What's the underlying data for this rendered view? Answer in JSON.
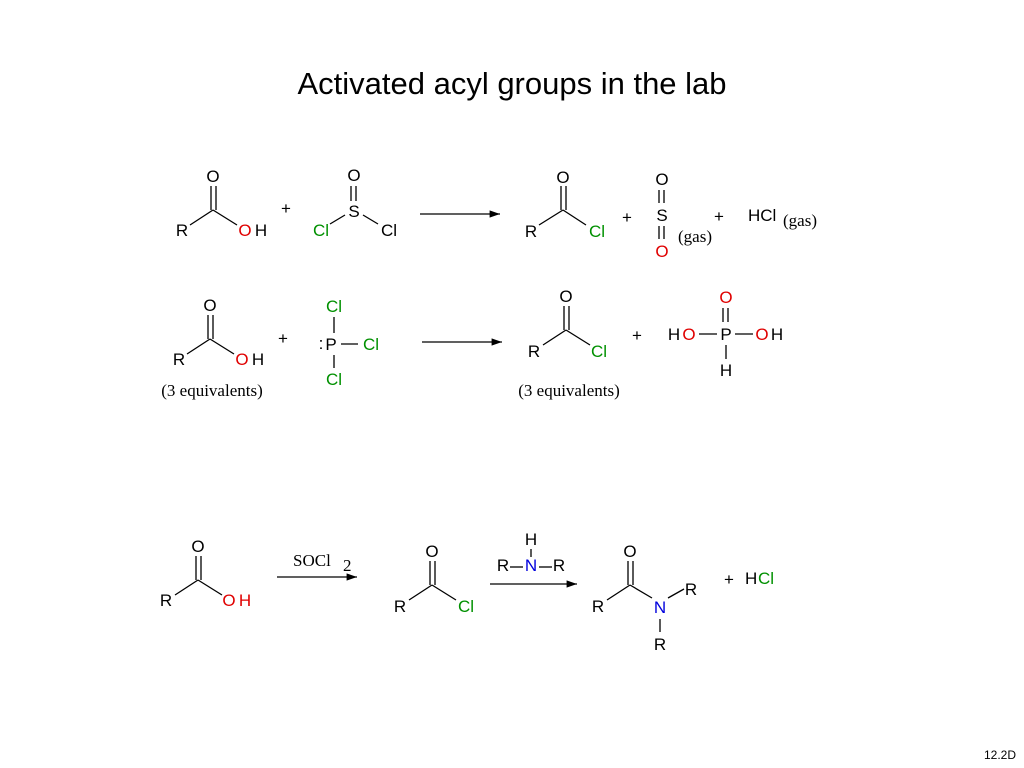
{
  "title": "Activated acyl groups in the lab",
  "footer": "12.2D",
  "colors": {
    "oxygen": "#e00000",
    "chlorine": "#009000",
    "nitrogen": "#0000dd",
    "text": "#000000"
  },
  "symbols": {
    "R": "R",
    "O": "O",
    "H": "H",
    "Cl": "Cl",
    "S": "S",
    "P": "P",
    "N": "N",
    "plus": "+",
    "lone_pair": ":"
  },
  "labels": {
    "gas": "(gas)",
    "hcl_gas_main": "HCl",
    "equivalents": "(3 equivalents)",
    "socl2_base": "SOCl",
    "socl2_sub": "2"
  }
}
